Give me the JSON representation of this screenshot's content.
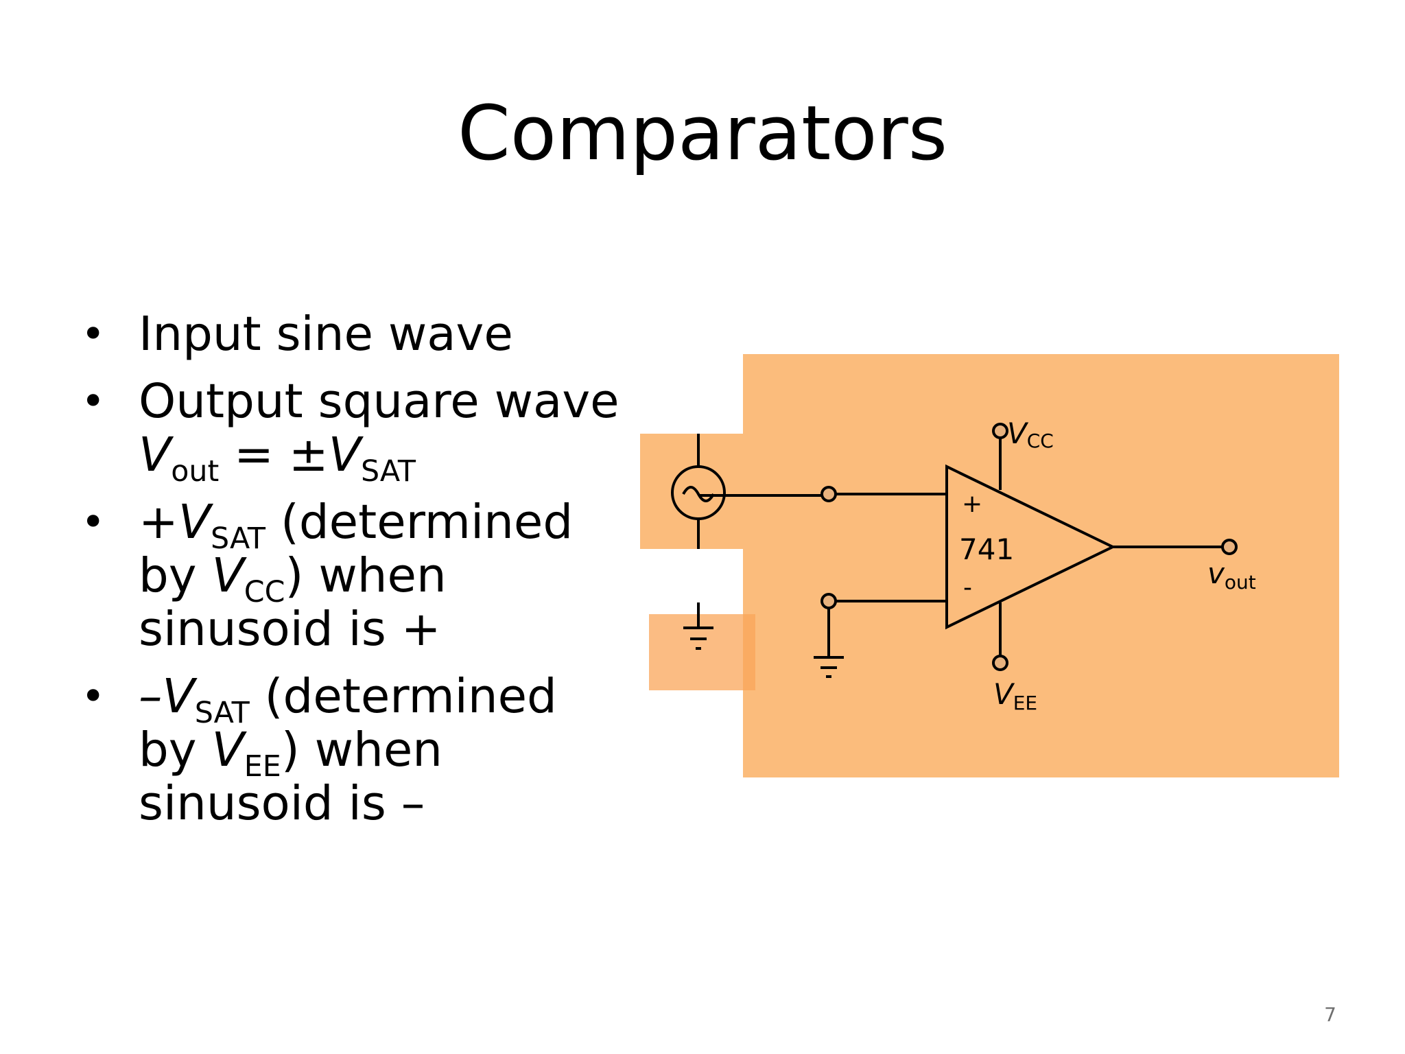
{
  "slide": {
    "title": "Comparators",
    "page_number": "7"
  },
  "bullets": [
    {
      "parts": [
        {
          "t": "Input sine wave"
        }
      ]
    },
    {
      "parts": [
        {
          "t": "Output square wave"
        },
        {
          "br": true
        },
        {
          "t": "V",
          "i": true
        },
        {
          "t": "out",
          "sub": true
        },
        {
          "t": " = ±"
        },
        {
          "t": "V",
          "i": true
        },
        {
          "t": "SAT",
          "sub": true
        }
      ]
    },
    {
      "parts": [
        {
          "t": "+V",
          "i": true
        },
        {
          "t": "SAT",
          "sub": true
        },
        {
          "t": " (determined by "
        },
        {
          "t": "V",
          "i": true
        },
        {
          "t": "CC",
          "sub": true
        },
        {
          "t": ") when sinusoid is +"
        }
      ]
    },
    {
      "parts": [
        {
          "t": "–V",
          "i": true
        },
        {
          "t": "SAT",
          "sub": true
        },
        {
          "t": " (determined by "
        },
        {
          "t": "V",
          "i": true
        },
        {
          "t": "EE",
          "sub": true
        },
        {
          "t": ") when sinusoid is –"
        }
      ]
    }
  ],
  "circuit": {
    "opamp_label": "741",
    "noninverting_symbol": "+",
    "inverting_symbol": "-",
    "vcc_label": {
      "main": "V",
      "sub": "CC"
    },
    "vee_label": {
      "main": "V",
      "sub": "EE"
    },
    "vout_label": {
      "main": "v",
      "sub": "out"
    },
    "colors": {
      "panel": "#fbbc7c",
      "panel_overlay": "#f9a55a",
      "wire": "#000000",
      "terminal_fill": "#e8b27e"
    }
  }
}
